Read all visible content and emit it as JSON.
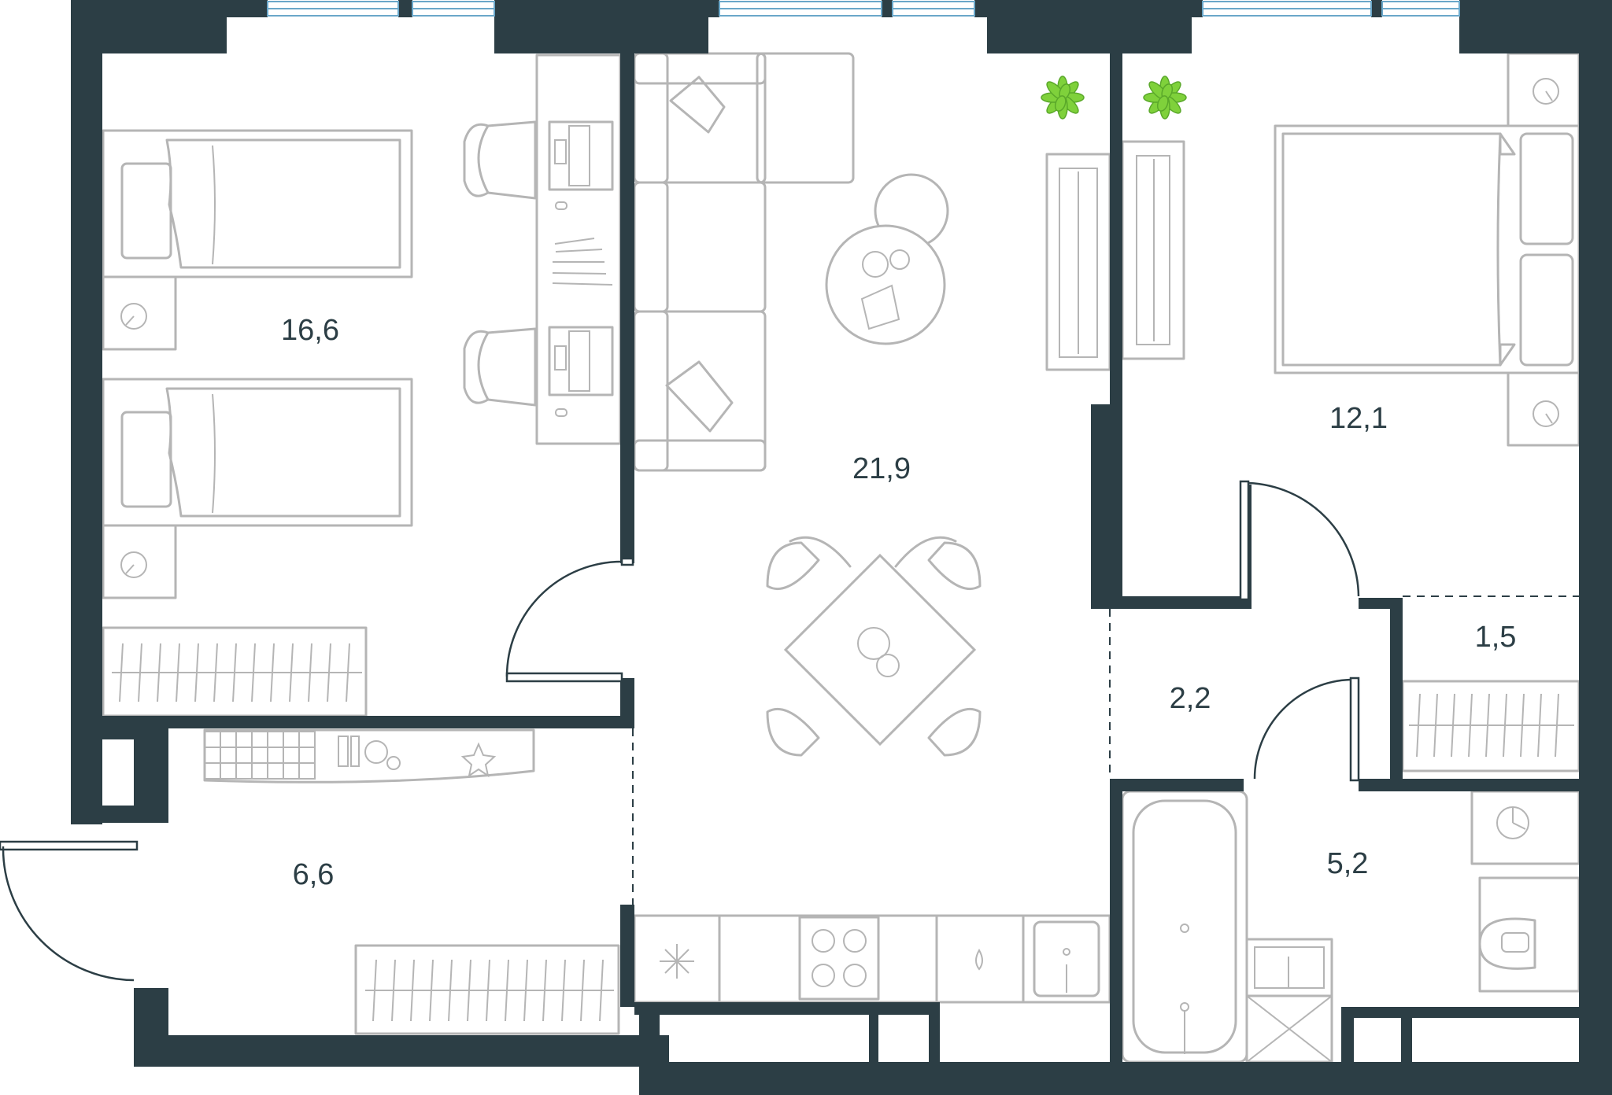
{
  "plan": {
    "wall_color": "#2c3e45",
    "furniture_color": "#b5b5b5",
    "window_color": "#6aa7c9",
    "plant_color": "#7fd13b",
    "rooms": [
      {
        "id": "bedroom-left",
        "area": "16,6"
      },
      {
        "id": "living-room",
        "area": "21,9"
      },
      {
        "id": "bedroom-right",
        "area": "12,1"
      },
      {
        "id": "wardrobe",
        "area": "1,5"
      },
      {
        "id": "corridor",
        "area": "2,2"
      },
      {
        "id": "hallway",
        "area": "6,6"
      },
      {
        "id": "bathroom",
        "area": "5,2"
      }
    ]
  }
}
